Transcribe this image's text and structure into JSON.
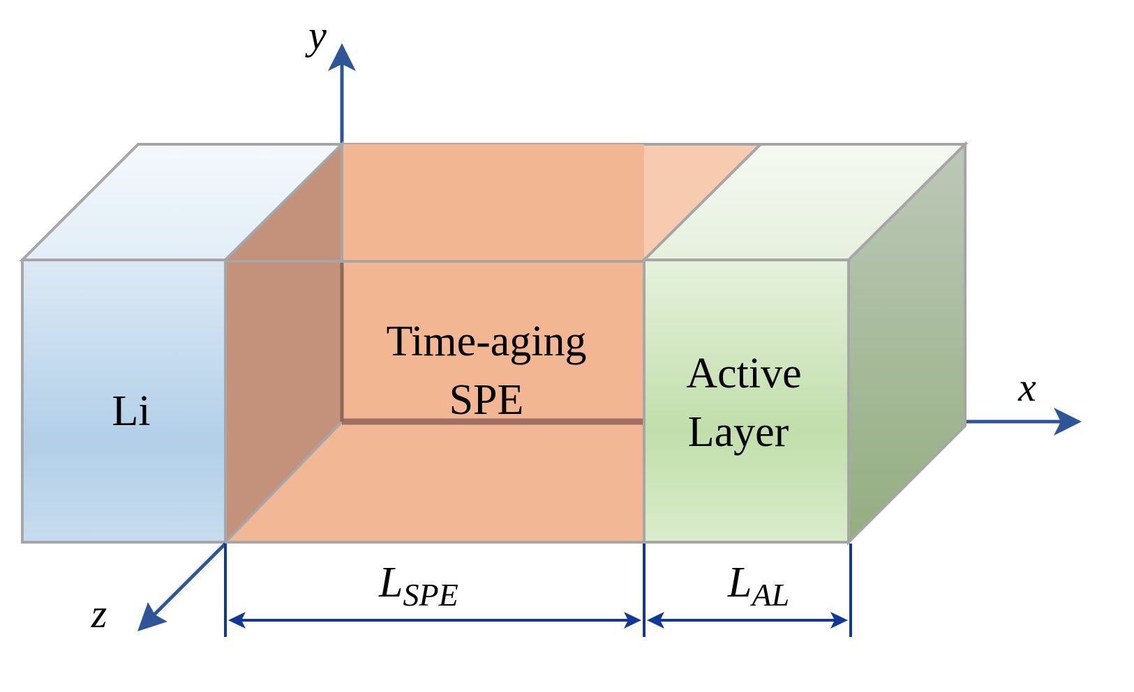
{
  "regions": {
    "li": {
      "label": "Li"
    },
    "spe": {
      "label_line1": "Time-aging",
      "label_line2": "SPE"
    },
    "active_layer": {
      "label_line1": "Active",
      "label_line2": "Layer"
    }
  },
  "axes": {
    "x_label": "x",
    "y_label": "y",
    "z_label": "z"
  },
  "dimensions": {
    "spe": {
      "base": "L",
      "subscript": "SPE"
    },
    "al": {
      "base": "L",
      "subscript": "AL"
    }
  },
  "colors": {
    "axis_arrow": "#2e5597",
    "dimension_line": "#12379a",
    "edge": "#a6a6a6",
    "spe_fill": "#f4b998",
    "li_top": "#eef4fb",
    "li_front_top": "#dce9f5",
    "li_front_bottom": "#b2cfe8",
    "al_front_top": "#e6f1dd",
    "al_front_bottom": "#c1deab",
    "al_side_top": "#b5c2b0",
    "al_side_bottom": "#96b083"
  }
}
